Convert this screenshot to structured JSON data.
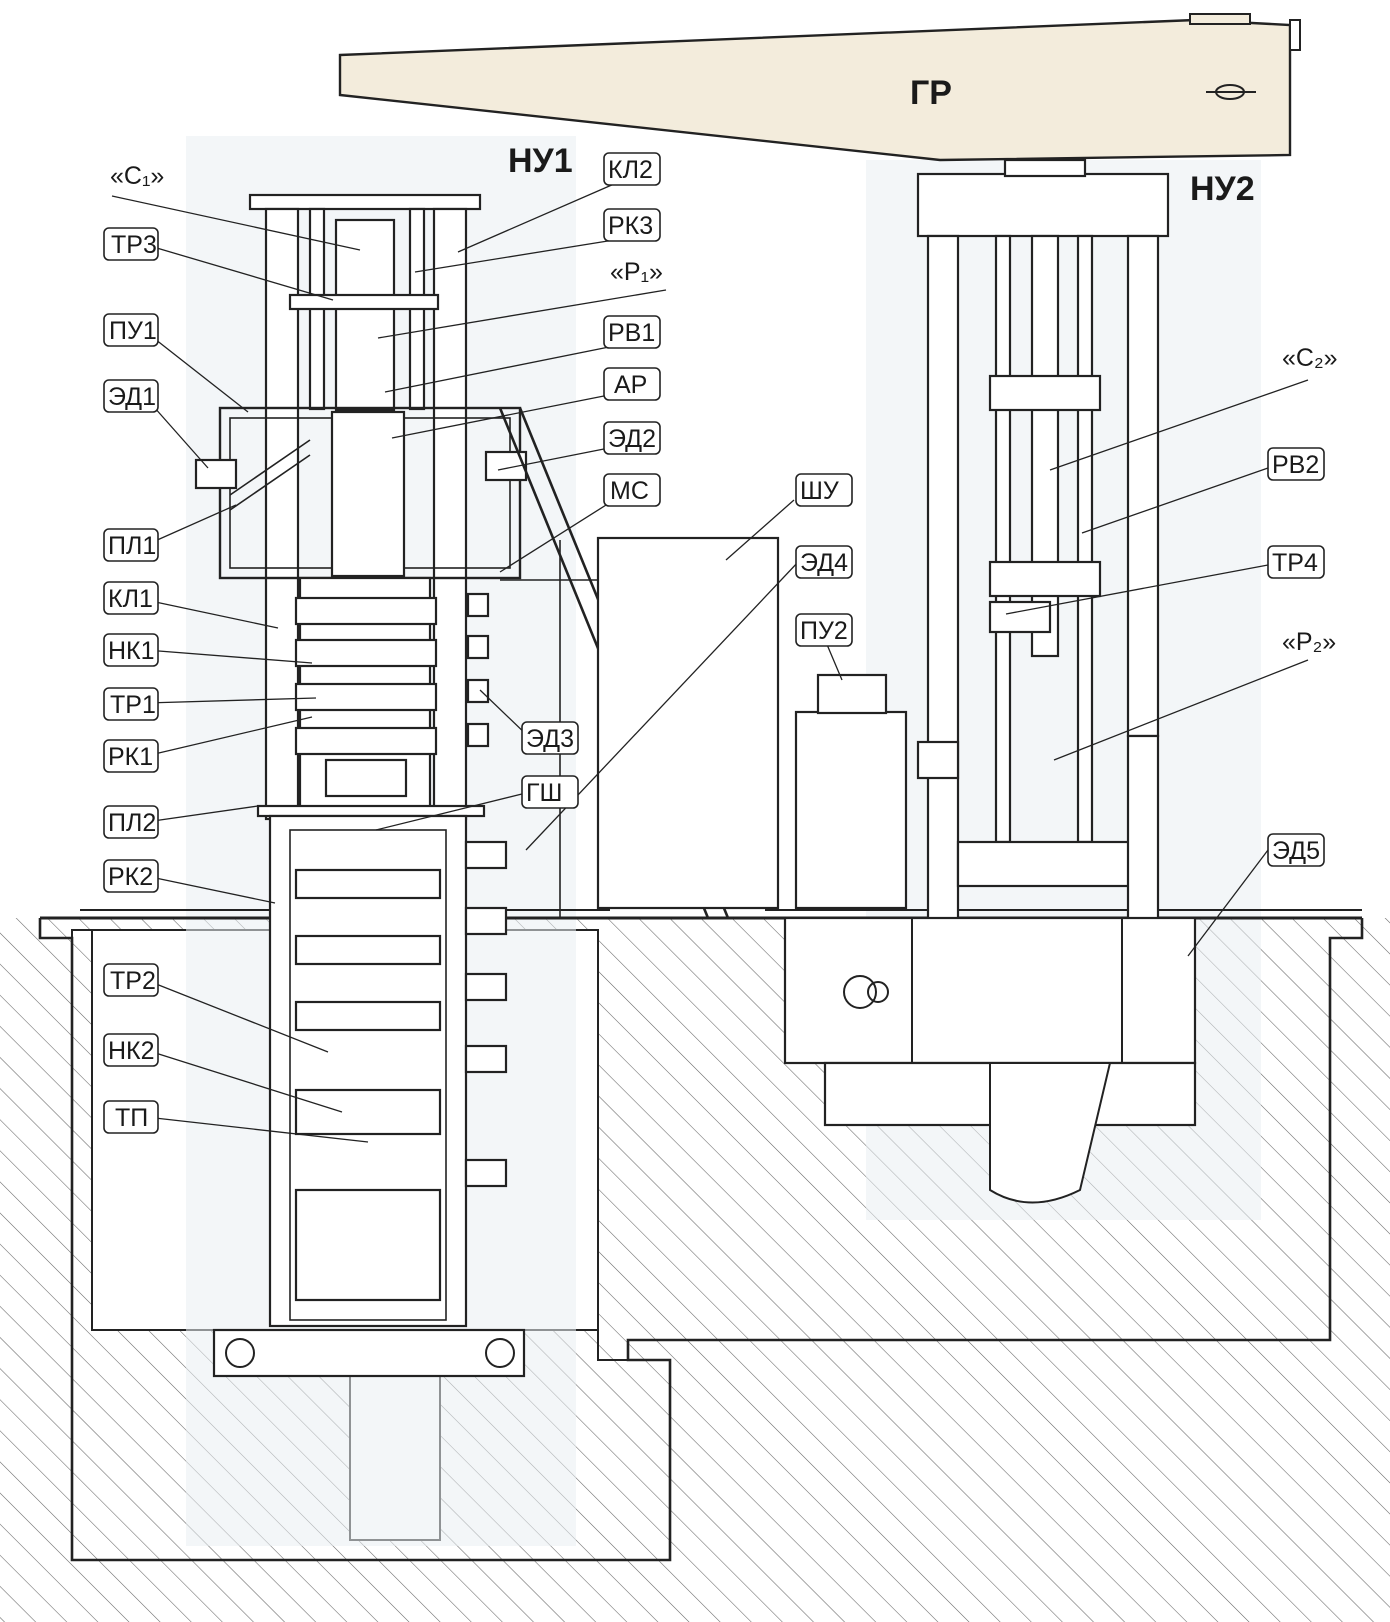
{
  "title_labels": {
    "gr": "ГР",
    "nu1": "НУ1",
    "nu2": "НУ2"
  },
  "callouts": {
    "c1": "«С₁»",
    "tr3": "ТР3",
    "pu1": "ПУ1",
    "ed1": "ЭД1",
    "pl1": "ПЛ1",
    "kl1": "КЛ1",
    "nk1": "НК1",
    "tr1": "ТР1",
    "rk1": "РК1",
    "pl2": "ПЛ2",
    "rk2": "РК2",
    "tr2": "ТР2",
    "nk2": "НК2",
    "tp": "ТП",
    "kl2": "КЛ2",
    "rk3": "РК3",
    "p1": "«Р₁»",
    "rv1": "РВ1",
    "ar": "АР",
    "ed2": "ЭД2",
    "ms": "МС",
    "shu": "ШУ",
    "ed4": "ЭД4",
    "pu2": "ПУ2",
    "ed3": "ЭД3",
    "gsh": "ГШ",
    "c2": "«С₂»",
    "rv2": "РВ2",
    "tr4": "ТР4",
    "p2": "«Р₂»",
    "ed5": "ЭД5"
  },
  "colors": {
    "beam_fill": "#f3ecdc",
    "zone_fill": "#e9eef3",
    "line": "#222222"
  }
}
